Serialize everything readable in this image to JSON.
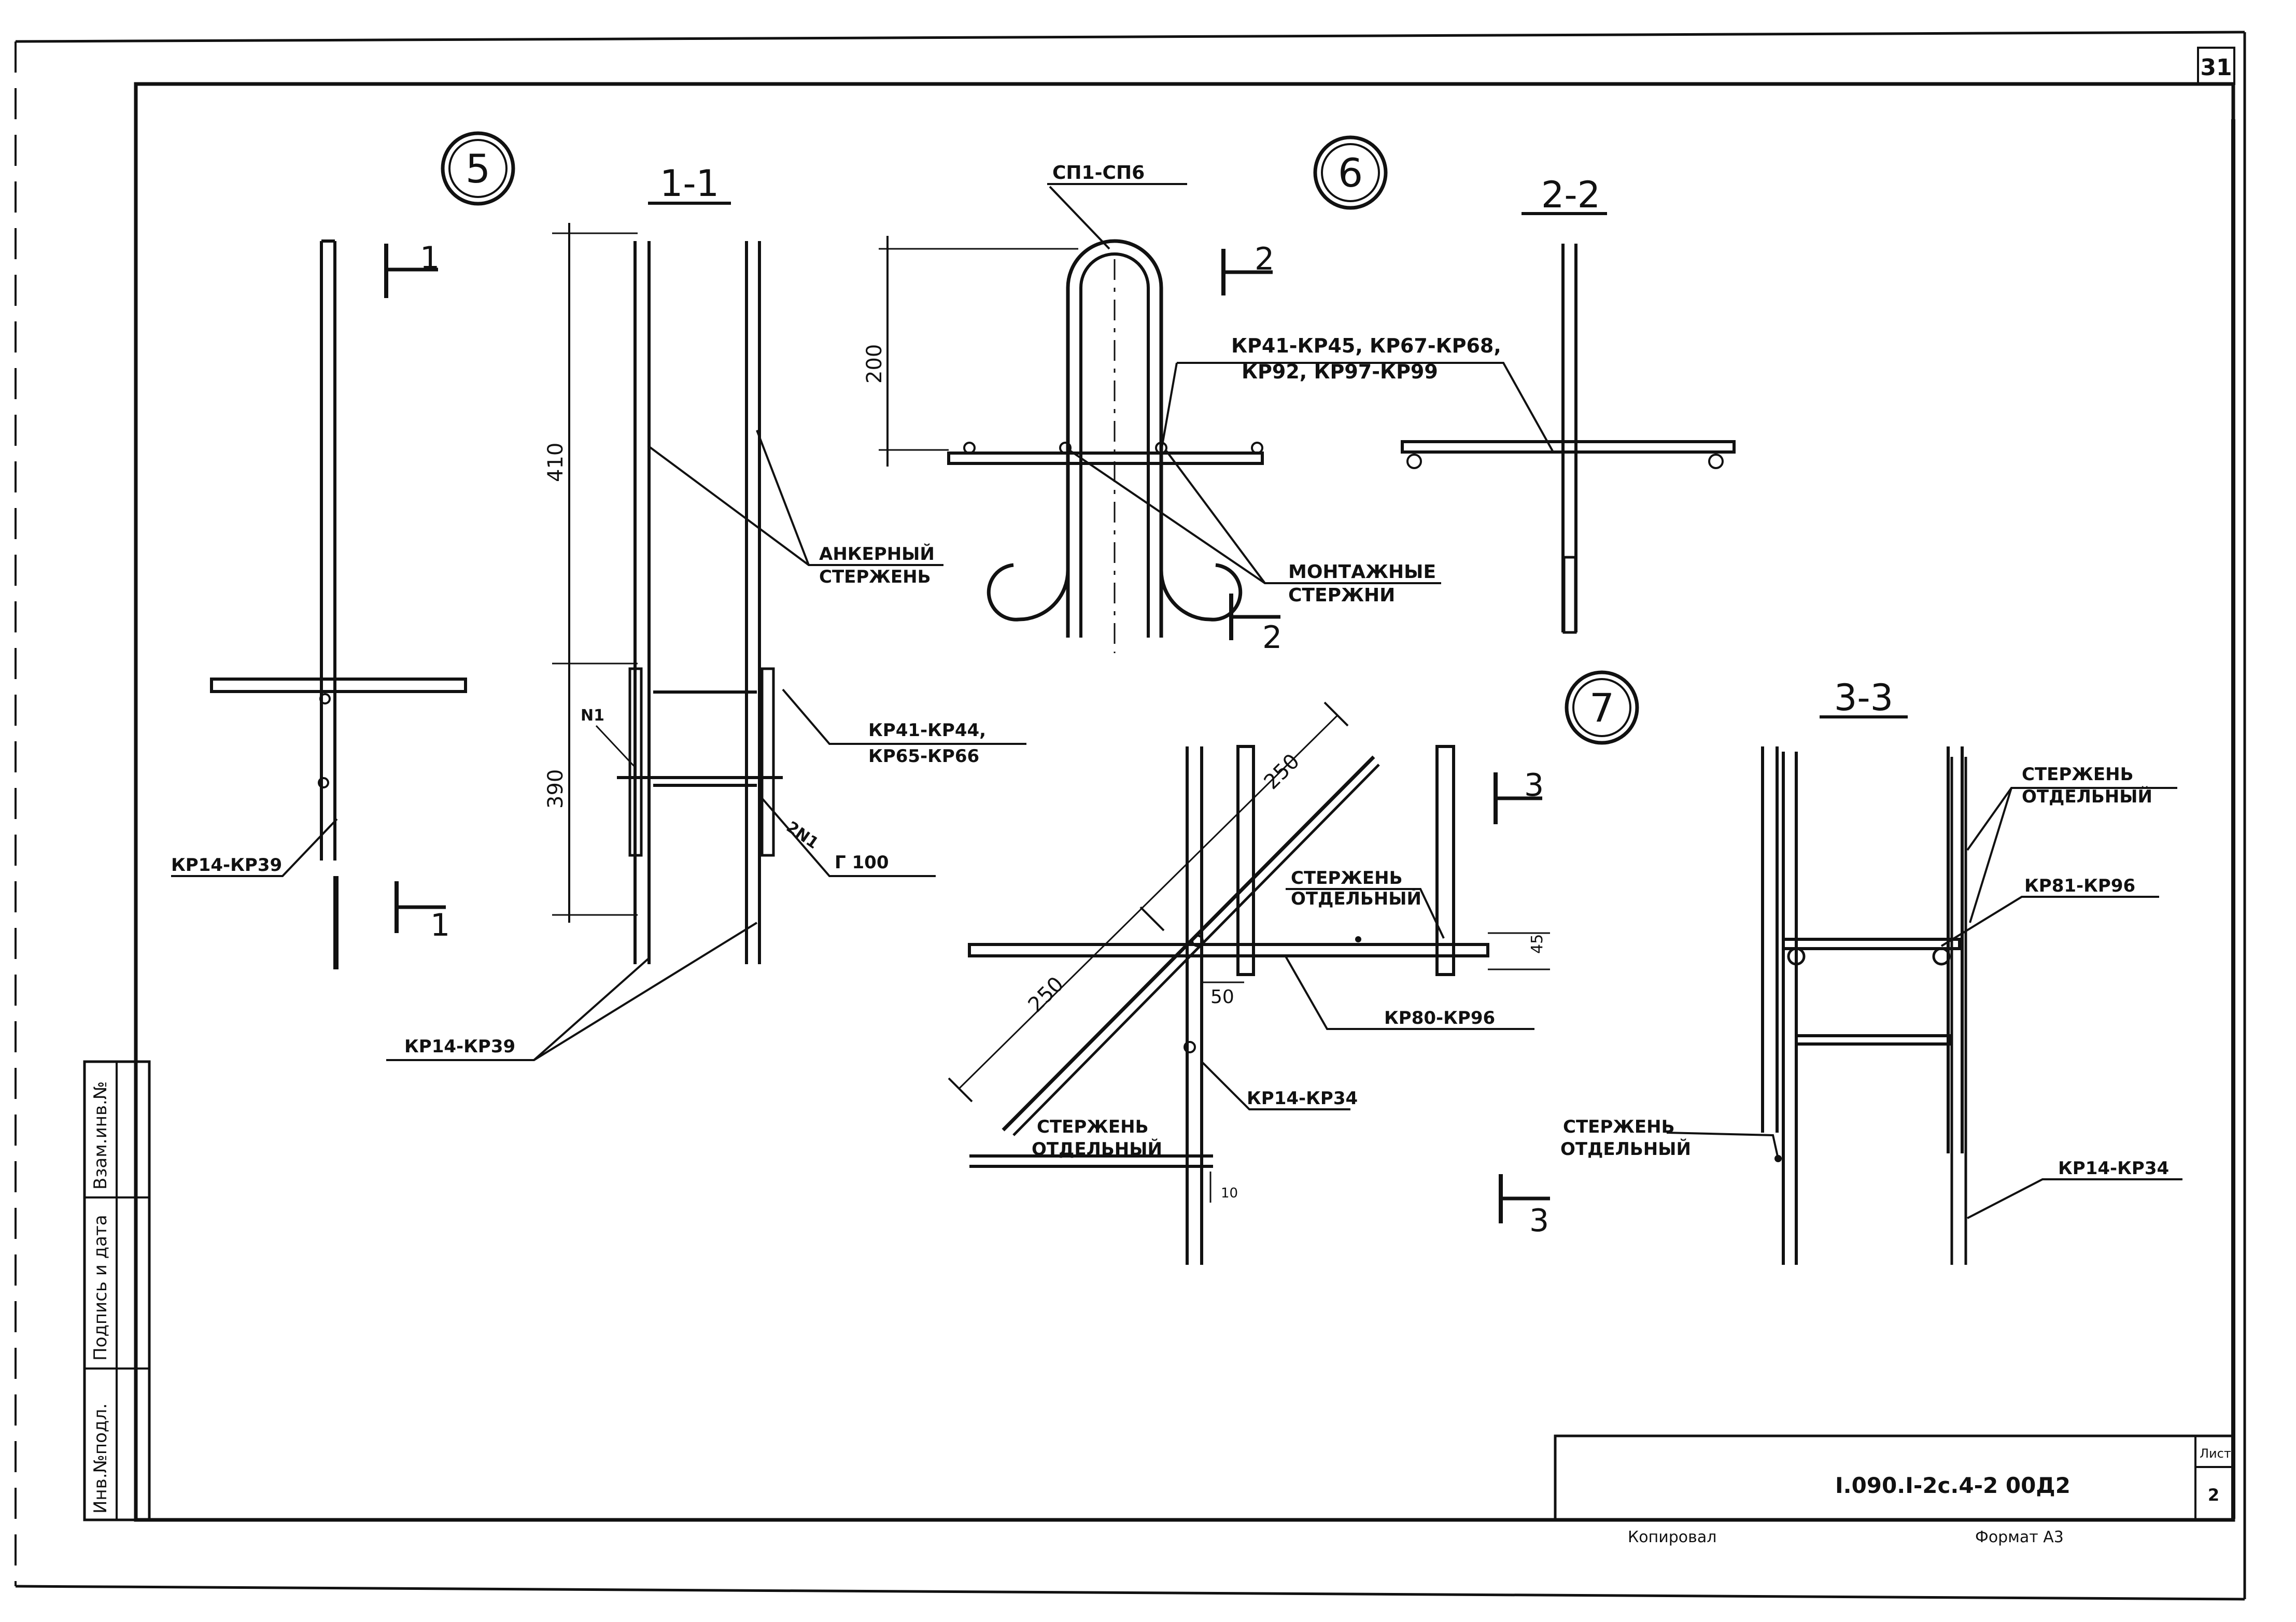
{
  "sheet": {
    "corner_number": "31",
    "code": "I.090.I-2с.4-2 00Д2",
    "sheet_label": "Лист",
    "sheet_number": "2",
    "copied_label": "Копировал",
    "format_label": "Формат А3"
  },
  "side_stamp": {
    "inv_orig": "Инв.№подл.",
    "signature_date": "Подпись и дата",
    "replace_inv": "Взам.инв.№"
  },
  "node5": {
    "node_number": "5",
    "section_title": "1-1",
    "cut_mark": "1",
    "dim_410": "410",
    "dim_390": "390",
    "anchor_bar_1": "АНКЕРНЫЙ",
    "anchor_bar_2": "СТЕРЖЕНЬ",
    "n1": "N1",
    "n2": "2N1",
    "kr_a1": "КР41-КР44,",
    "kr_a2": "КР65-КР66",
    "g100": "Г 100",
    "kr_left": "КР14-КР39",
    "kr_bottom": "КР14-КР39"
  },
  "node6": {
    "node_number": "6",
    "section_title": "2-2",
    "cut_mark": "2",
    "sp": "СП1-СП6",
    "dim_200": "200",
    "kr_1": "КР41-КР45, КР67-КР68,",
    "kr_2": "КР92, КР97-КР99",
    "mount_1": "МОНТАЖНЫЕ",
    "mount_2": "СТЕРЖНИ"
  },
  "node7": {
    "node_number": "7",
    "section_title": "3-3",
    "cut_mark": "3",
    "dim_250a": "250",
    "dim_250b": "250",
    "dim_50": "50",
    "dim_45": "45",
    "dim_10": "10",
    "sep_bar_1": "СТЕРЖЕНЬ",
    "sep_bar_2": "ОТДЕЛЬНЫЙ",
    "kr80": "КР80-КР96",
    "kr14": "КР14-КР34",
    "kr81": "КР81-КР96",
    "kr14b": "КР14-КР34"
  }
}
